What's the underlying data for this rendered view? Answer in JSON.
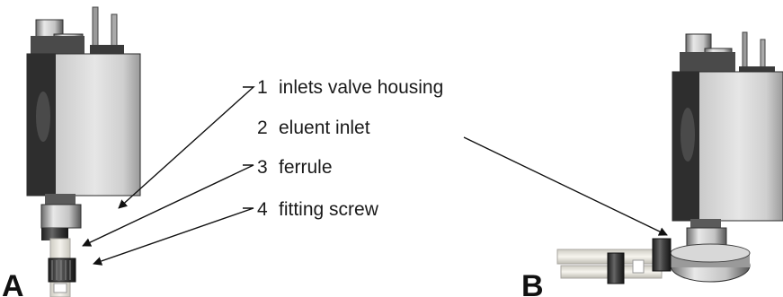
{
  "panels": [
    "A",
    "B"
  ],
  "labels": [
    {
      "num": "1",
      "text": "inlets valve housing"
    },
    {
      "num": "2",
      "text": "eluent inlet"
    },
    {
      "num": "3",
      "text": "ferrule"
    },
    {
      "num": "4",
      "text": "fitting screw"
    }
  ],
  "colors": {
    "text": "#1a1a1a",
    "metal_light": "#d9d9d9",
    "metal_dark": "#3a3a3a",
    "tube": "#e8e6df"
  }
}
